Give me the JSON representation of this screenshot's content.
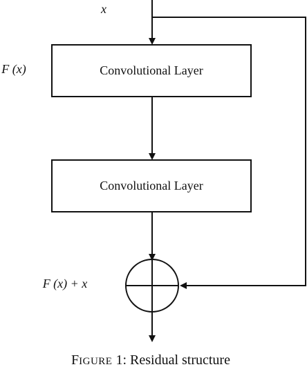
{
  "diagram": {
    "input_label": "x",
    "branch_label": "F (x)",
    "sum_label": "F (x) + x",
    "layer_1": "Convolutional Layer",
    "layer_2": "Convolutional Layer",
    "caption": {
      "prefix_initial": "F",
      "prefix_rest": "IGURE",
      "text": " 1: Residual structure"
    }
  }
}
